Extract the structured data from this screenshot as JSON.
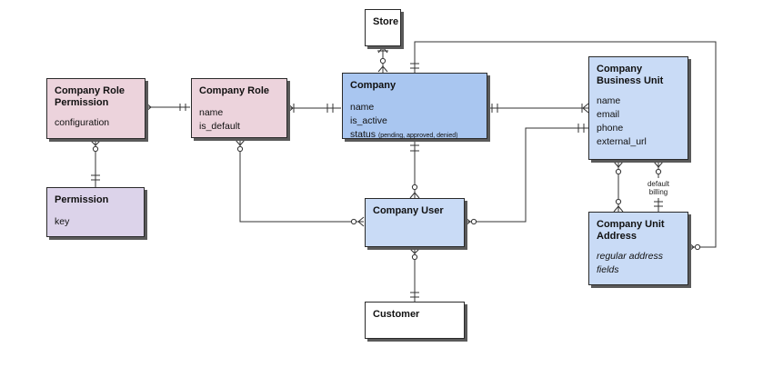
{
  "entities": {
    "store": {
      "title": "Store"
    },
    "company": {
      "title": "Company",
      "attributes": [
        "name",
        "is_active"
      ],
      "status_label": "status",
      "status_note": "(pending, approved, denied)"
    },
    "company_role_permission": {
      "title": "Company Role Permission",
      "attributes": [
        "configuration"
      ]
    },
    "company_role": {
      "title": "Company Role",
      "attributes": [
        "name",
        "is_default"
      ]
    },
    "permission": {
      "title": "Permission",
      "attributes": [
        "key"
      ]
    },
    "company_user": {
      "title": "Company User"
    },
    "customer": {
      "title": "Customer"
    },
    "company_business_unit": {
      "title": "Company Business Unit",
      "attributes": [
        "name",
        "email",
        "phone",
        "external_url"
      ]
    },
    "company_unit_address": {
      "title": "Company Unit Address",
      "attributes": [
        "regular address",
        "fields"
      ]
    }
  },
  "labels": {
    "default": "default",
    "billing": "billing"
  },
  "colors": {
    "white": "#ffffff",
    "pink": "#ecd3dc",
    "lavender": "#dcd3ea",
    "blue": "#a9c6f0",
    "light_blue": "#c9dbf6",
    "line": "#333333"
  }
}
